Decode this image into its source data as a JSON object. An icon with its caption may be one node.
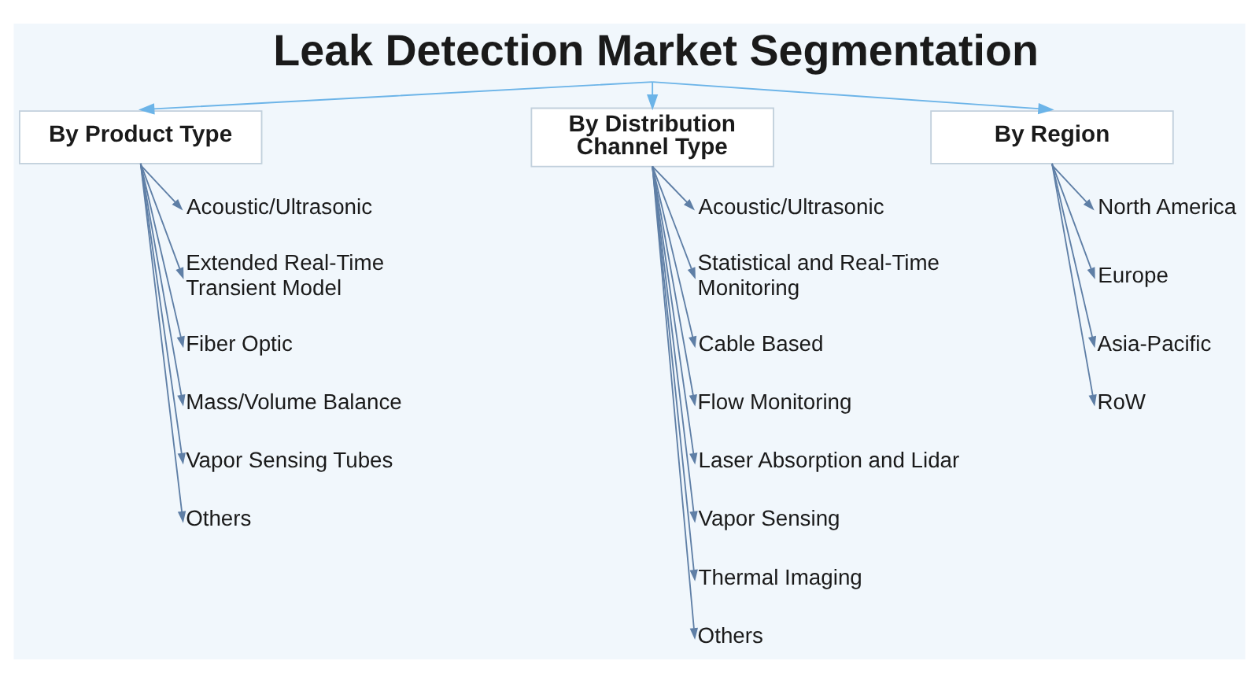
{
  "diagram": {
    "nodes": [
      {
        "text": [
          "Leak Detection Market Segmentation"
        ]
      },
      {
        "text": [
          "By Product Type"
        ]
      },
      {
        "text": [
          "By Distribution Channel Type"
        ]
      },
      {
        "text": [
          "By Region"
        ]
      },
      {
        "text": [
          "Acoustic/Ultrasonic"
        ]
      },
      {
        "text": [
          "Extended Real-Time Transient Model"
        ]
      },
      {
        "text": [
          "Fiber Optic"
        ]
      },
      {
        "text": [
          "Mass/Volume Balance"
        ]
      },
      {
        "text": [
          "Vapor Sensing Tubes"
        ]
      },
      {
        "text": [
          "Others"
        ]
      },
      {
        "text": [
          "Acoustic/Ultrasonic"
        ]
      },
      {
        "text": [
          "Statistical and Real-Time Monitoring"
        ]
      },
      {
        "text": [
          "Cable Based"
        ]
      },
      {
        "text": [
          "Flow Monitoring"
        ]
      },
      {
        "text": [
          "Laser Absorption and Lidar"
        ]
      },
      {
        "text": [
          "Vapor Sensing"
        ]
      },
      {
        "text": [
          "Thermal Imaging"
        ]
      },
      {
        "text": [
          "Others"
        ]
      },
      {
        "text": [
          "North America"
        ]
      },
      {
        "text": [
          "Europe"
        ]
      },
      {
        "text": [
          "Asia-Pacific"
        ]
      },
      {
        "text": [
          "RoW"
        ]
      }
    ],
    "edges": [
      {
        "from": 0,
        "to": 1,
        "arrow": "to",
        "color": "#6cb4e8"
      },
      {
        "from": 0,
        "to": 2,
        "arrow": "to",
        "color": "#6cb4e8"
      },
      {
        "from": 0,
        "to": 3,
        "arrow": "to",
        "color": "#6cb4e8"
      },
      {
        "from": 1,
        "to": 4,
        "arrow": "to"
      },
      {
        "from": 1,
        "to": 5,
        "arrow": "to"
      },
      {
        "from": 1,
        "to": 6,
        "arrow": "to"
      },
      {
        "from": 1,
        "to": 7,
        "arrow": "to"
      },
      {
        "from": 1,
        "to": 8,
        "arrow": "to"
      },
      {
        "from": 1,
        "to": 9,
        "arrow": "to"
      },
      {
        "from": 2,
        "to": 10,
        "arrow": "to"
      },
      {
        "from": 2,
        "to": 11,
        "arrow": "to"
      },
      {
        "from": 2,
        "to": 12,
        "arrow": "to"
      },
      {
        "from": 2,
        "to": 13,
        "arrow": "to"
      },
      {
        "from": 2,
        "to": 14,
        "arrow": "to"
      },
      {
        "from": 2,
        "to": 15,
        "arrow": "to"
      },
      {
        "from": 2,
        "to": 16,
        "arrow": "to"
      },
      {
        "from": 2,
        "to": 17,
        "arrow": "to"
      },
      {
        "from": 3,
        "to": 18,
        "arrow": "to"
      },
      {
        "from": 3,
        "to": 19,
        "arrow": "to"
      },
      {
        "from": 3,
        "to": 20,
        "arrow": "to"
      },
      {
        "from": 3,
        "to": 21,
        "arrow": "to"
      }
    ]
  }
}
